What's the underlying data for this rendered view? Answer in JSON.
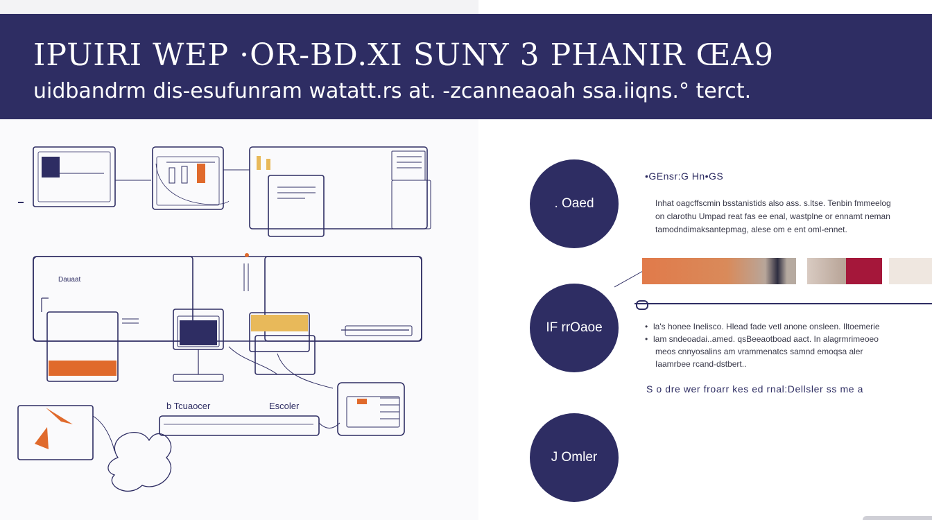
{
  "header": {
    "title": "IPUIRI WEP ·OR-BD.XI SUNY 3 PHANIR ŒA9",
    "subtitle": "uidbandrm dis-esufunram watatt.rs at. -zcanneaoah ssa.iiqns.° terct."
  },
  "diagram": {
    "label_left": "Dauaat",
    "button1_label": "b Tcuaocer",
    "button2_label": "Escoler"
  },
  "steps": [
    {
      "label": ". Oaed"
    },
    {
      "label": "IF rrOaoe"
    },
    {
      "label": "J Omler"
    }
  ],
  "details": {
    "heading": "•GEnsr:G Hn•GS",
    "paragraph": [
      "Inhat oagcffscmin bsstanistids also ass. s.ltse. Tenbin fmmeelog",
      "on clarothu Umpad reat fas ee enal, wastplne or ennamt neman",
      "tamodndimaksantepmag,                alese om e ent oml-ennet."
    ],
    "bullets": [
      "la's honee Inelisco. Hlead fade vetl anone onsleen. Iltoemerie",
      "lam sndeoadai..amed. qsBeeaotboad aact. In alagrmrimeoeo"
    ],
    "bullet_continuation": [
      "meos cnnyosalins am vrammenatcs samnd emoqsa aler",
      "Iaamrbee rcand-dstbert.."
    ],
    "footnote": "S o dre wer froarr kes ed   rnal:Dellsler ss me a"
  },
  "colors": {
    "navy": "#2e2d63",
    "orange": "#e06a2c",
    "amber": "#e8b95a",
    "crimson": "#a5173a",
    "swatch_gradient_start": "#e17a4a",
    "swatch_gradient_end": "#a99a88"
  }
}
